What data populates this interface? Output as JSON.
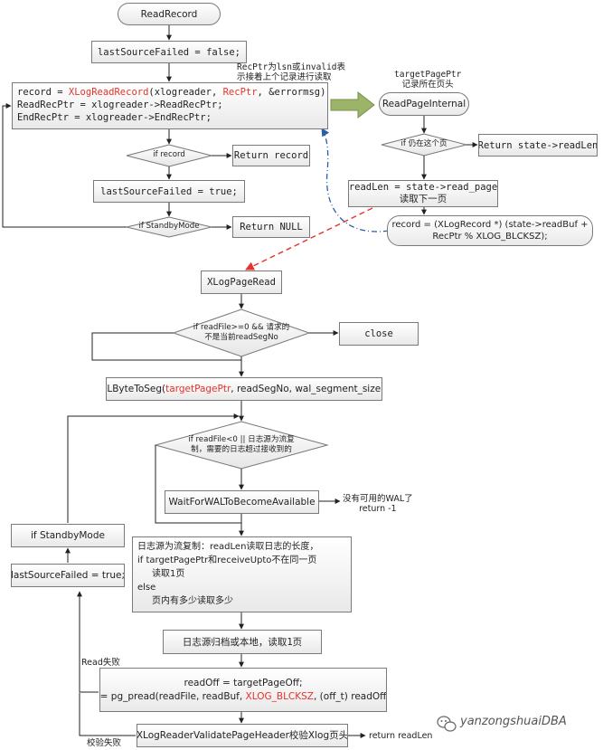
{
  "nodes": {
    "read_record": "ReadRecord",
    "last_source_failed_false": "lastSourceFailed = false;",
    "record_box": {
      "line1_prefix": "record = ",
      "line1_func": "XLogReadRecord",
      "line1_mid": "(xlogreader, ",
      "line1_ptr": "RecPtr",
      "line1_suffix": ", &errormsg);",
      "line2": "ReadRecPtr = xlogreader->ReadRecPtr;",
      "line3": "EndRecPtr = xlogreader->EndRecPtr;"
    },
    "if_record": "if record",
    "return_record": "Return record",
    "last_source_failed_true_top": "lastSourceFailed = true;",
    "if_standby_top": "if StandbyMode",
    "return_null": "Return NULL",
    "read_page_internal": "ReadPageInternal",
    "if_same_page": "if 仍在这个页",
    "return_readlen": "Return state->readLen",
    "readlen_box": {
      "line1": "readLen = state->read_page",
      "line2": "读取下一页"
    },
    "record_cast": {
      "line1": "record = (XLogRecord *) (state->readBuf +",
      "line2": "RecPtr % XLOG_BLCKSZ);"
    },
    "xlog_page_read": "XLogPageRead",
    "if_readfile": {
      "line1": "if readFile>=0 && 请求的",
      "line2": "不是当前readSegNo"
    },
    "close": "close",
    "xlbyte_to_seg": {
      "prefix": "XLByteToSeg(",
      "arg": "targetPagePtr",
      "suffix": ", readSegNo, wal_segment_size);"
    },
    "if_readfile_lt0": {
      "line1": "if readFile<0 || 日志源为流复",
      "line2": "制，需要的日志超过接收到的"
    },
    "wait_for_wal": "WaitForWALToBecomeAvailable",
    "stream_box": {
      "line1": "日志源为流复制：readLen读取日志的长度，",
      "line2": "if targetPagePtr和receiveUpto不在同一页",
      "line3": "读取1页",
      "line4": "else",
      "line5": "页内有多少读取多少"
    },
    "archive_box": "日志源归档或本地，读取1页",
    "pread_box": {
      "line1": "readOff = targetPageOff;",
      "line2_prefix": "r = pg_pread(readFile, readBuf, ",
      "line2_const": "XLOG_BLCKSZ",
      "line2_suffix": ", (off_t) readOff);"
    },
    "validate_box": "XLogReaderValidatePageHeader校验Xlog页头",
    "if_standby_bottom": "if StandbyMode",
    "last_source_failed_true_bottom": "lastSourceFailed = true;"
  },
  "notes": {
    "recptr": {
      "line1": "RecPtr为lsn或invalid表",
      "line2": "示接着上个记录进行读取"
    },
    "target_page_ptr": {
      "line1": "targetPagePtr",
      "line2": "记录所在页头"
    },
    "no_wal": {
      "line1": "没有可用的WAL了",
      "line2": "return -1"
    },
    "read_failed": "Read失败",
    "validate_failed": "校验失败",
    "return_readlen_bottom": "return readLen"
  },
  "watermark": "yanzongshuaiDBA",
  "colors": {
    "accent_red": "#e8322b",
    "dashed_blue": "#2b5ea8",
    "big_arrow": "#9cb46a"
  }
}
